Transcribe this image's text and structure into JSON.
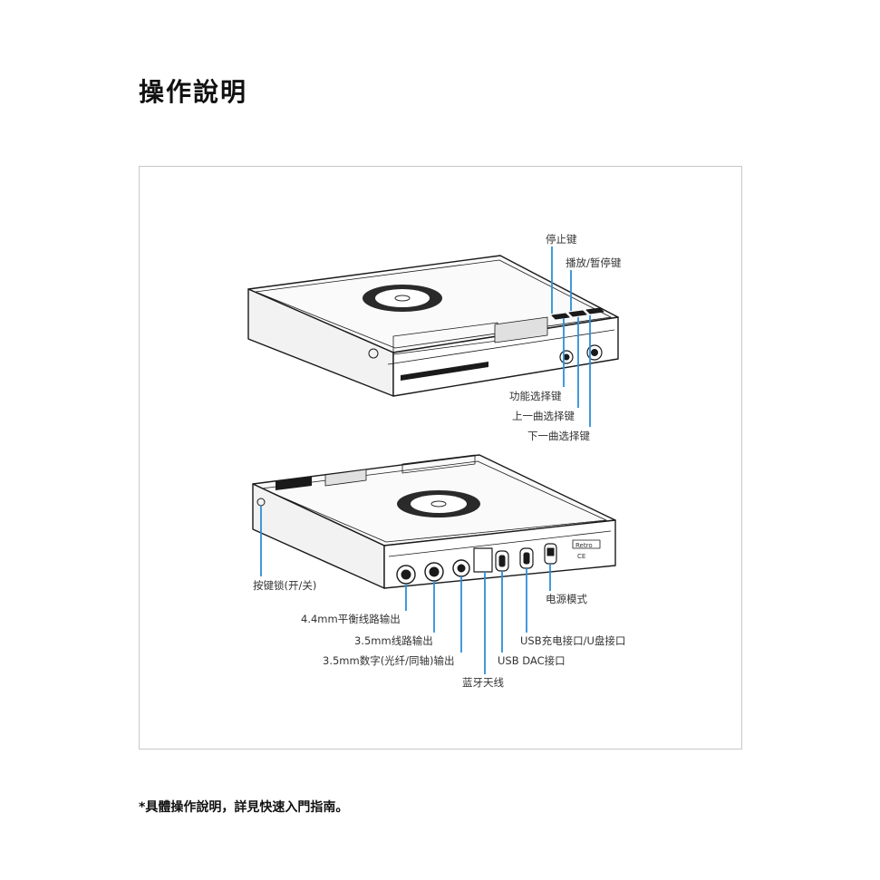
{
  "page": {
    "title": "操作說明",
    "footnote": "*具體操作說明，詳見快速入門指南。"
  },
  "diagram": {
    "front_labels": {
      "stop": "停止键",
      "play_pause": "播放/暂停键",
      "function": "功能选择键",
      "prev": "上一曲选择键",
      "next": "下一曲选择键"
    },
    "rear_labels": {
      "key_lock": "按键锁(开/关)",
      "power_mode": "电源模式",
      "balanced_out": "4.4mm平衡线路输出",
      "line_out": "3.5mm线路输出",
      "usb_charge": "USB充电接口/U盘接口",
      "digital_out": "3.5mm数字(光纤/同轴)输出",
      "usb_dac": "USB DAC接口",
      "bluetooth": "蓝牙天线"
    },
    "device_marks": {
      "brand": "Retro",
      "cert": "CE"
    },
    "callout_color": "#2e8fd8"
  }
}
